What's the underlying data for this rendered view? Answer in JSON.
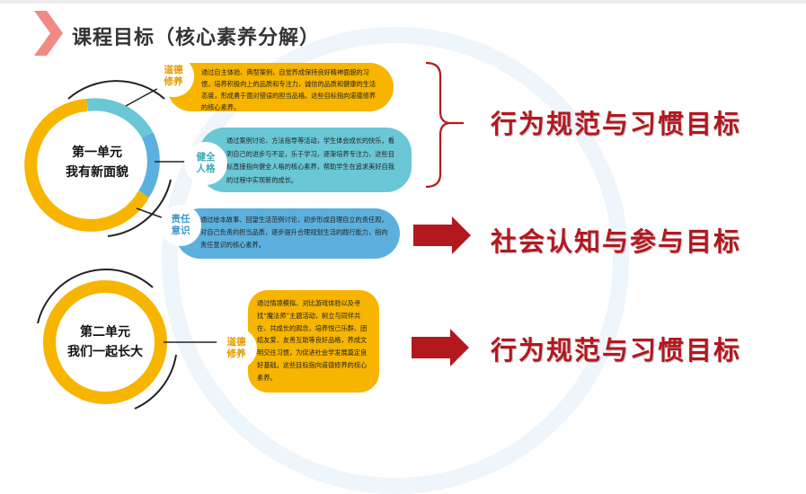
{
  "page": {
    "title": "课程目标（核心素养分解）"
  },
  "colors": {
    "yellow": "#f7b500",
    "teal": "#69c7d6",
    "blue": "#5cb0dd",
    "red": "#b3181f",
    "chevron": "#ef8a84"
  },
  "units": [
    {
      "line1": "第一单元",
      "line2": "我有新面貌"
    },
    {
      "line1": "第二单元",
      "line2": "我们一起长大"
    }
  ],
  "cards": [
    {
      "tag1": "道德",
      "tag2": "修养",
      "text": "通过自主体验、典型案例，自觉养成保持良好精神面貌的习惯，培养积极向上的品质和专注力，诚信的品质和健康的生活态度，形成勇于面对错误的担当品格。这些目标指向道德修养的核心素养。"
    },
    {
      "tag1": "健全",
      "tag2": "人格",
      "text": "通过案例讨论、方法指导等活动，学生体会成长的快乐，看到自己的进步与不足，乐于学习，逐渐培养专注力，这些目标直接指向健全人格的核心素养，帮助学生在追求美好自我的过程中实现新的成长。"
    },
    {
      "tag1": "责任",
      "tag2": "意识",
      "text": "通过绘本故事、回望生活范例讨论，初步形成自理自立的责任观，对自己负责的担当品质，逐步提升合理规划生活的践行能力，指向责任意识的核心素养。"
    },
    {
      "tag1": "道德",
      "tag2": "修养",
      "text": "通过情境模拟、对比游戏体验以及寻找“魔法师”主题活动，树立与同伴共在、共成长的观念，培养悦己乐群、团结友爱、友善互助等良好品格，养成文明交往习惯，为促进社会学发展奠定良好基础。这些目标指向道德修养的核心素养。"
    }
  ],
  "goals": [
    "行为规范与习惯目标",
    "社会认知与参与目标",
    "行为规范与习惯目标"
  ],
  "icons": [
    "chevron-icon",
    "brace-icon",
    "arrow-right-icon"
  ]
}
